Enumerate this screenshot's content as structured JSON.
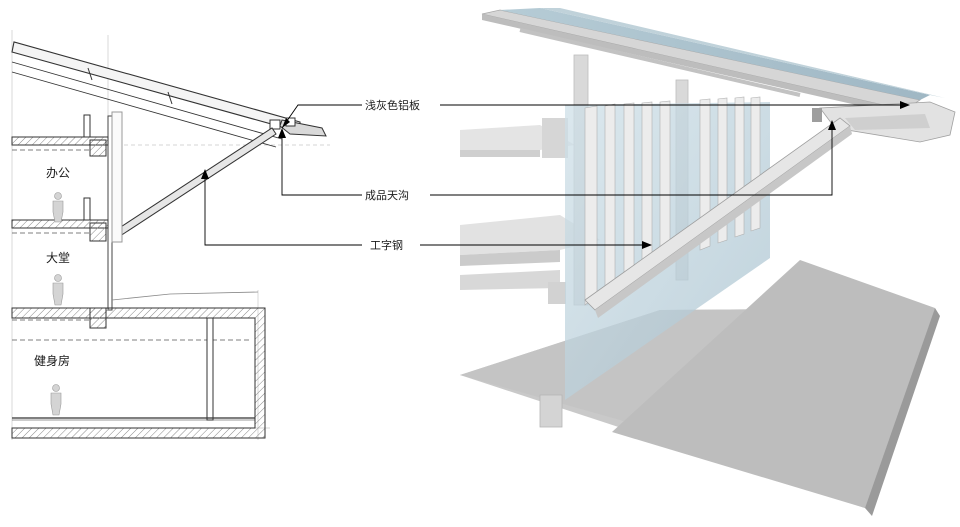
{
  "section": {
    "rooms": [
      {
        "label": "办公"
      },
      {
        "label": "大堂"
      },
      {
        "label": "健身房"
      }
    ]
  },
  "callouts": [
    {
      "label": "浅灰色铝板"
    },
    {
      "label": "成品天沟"
    },
    {
      "label": "工字钢"
    }
  ]
}
